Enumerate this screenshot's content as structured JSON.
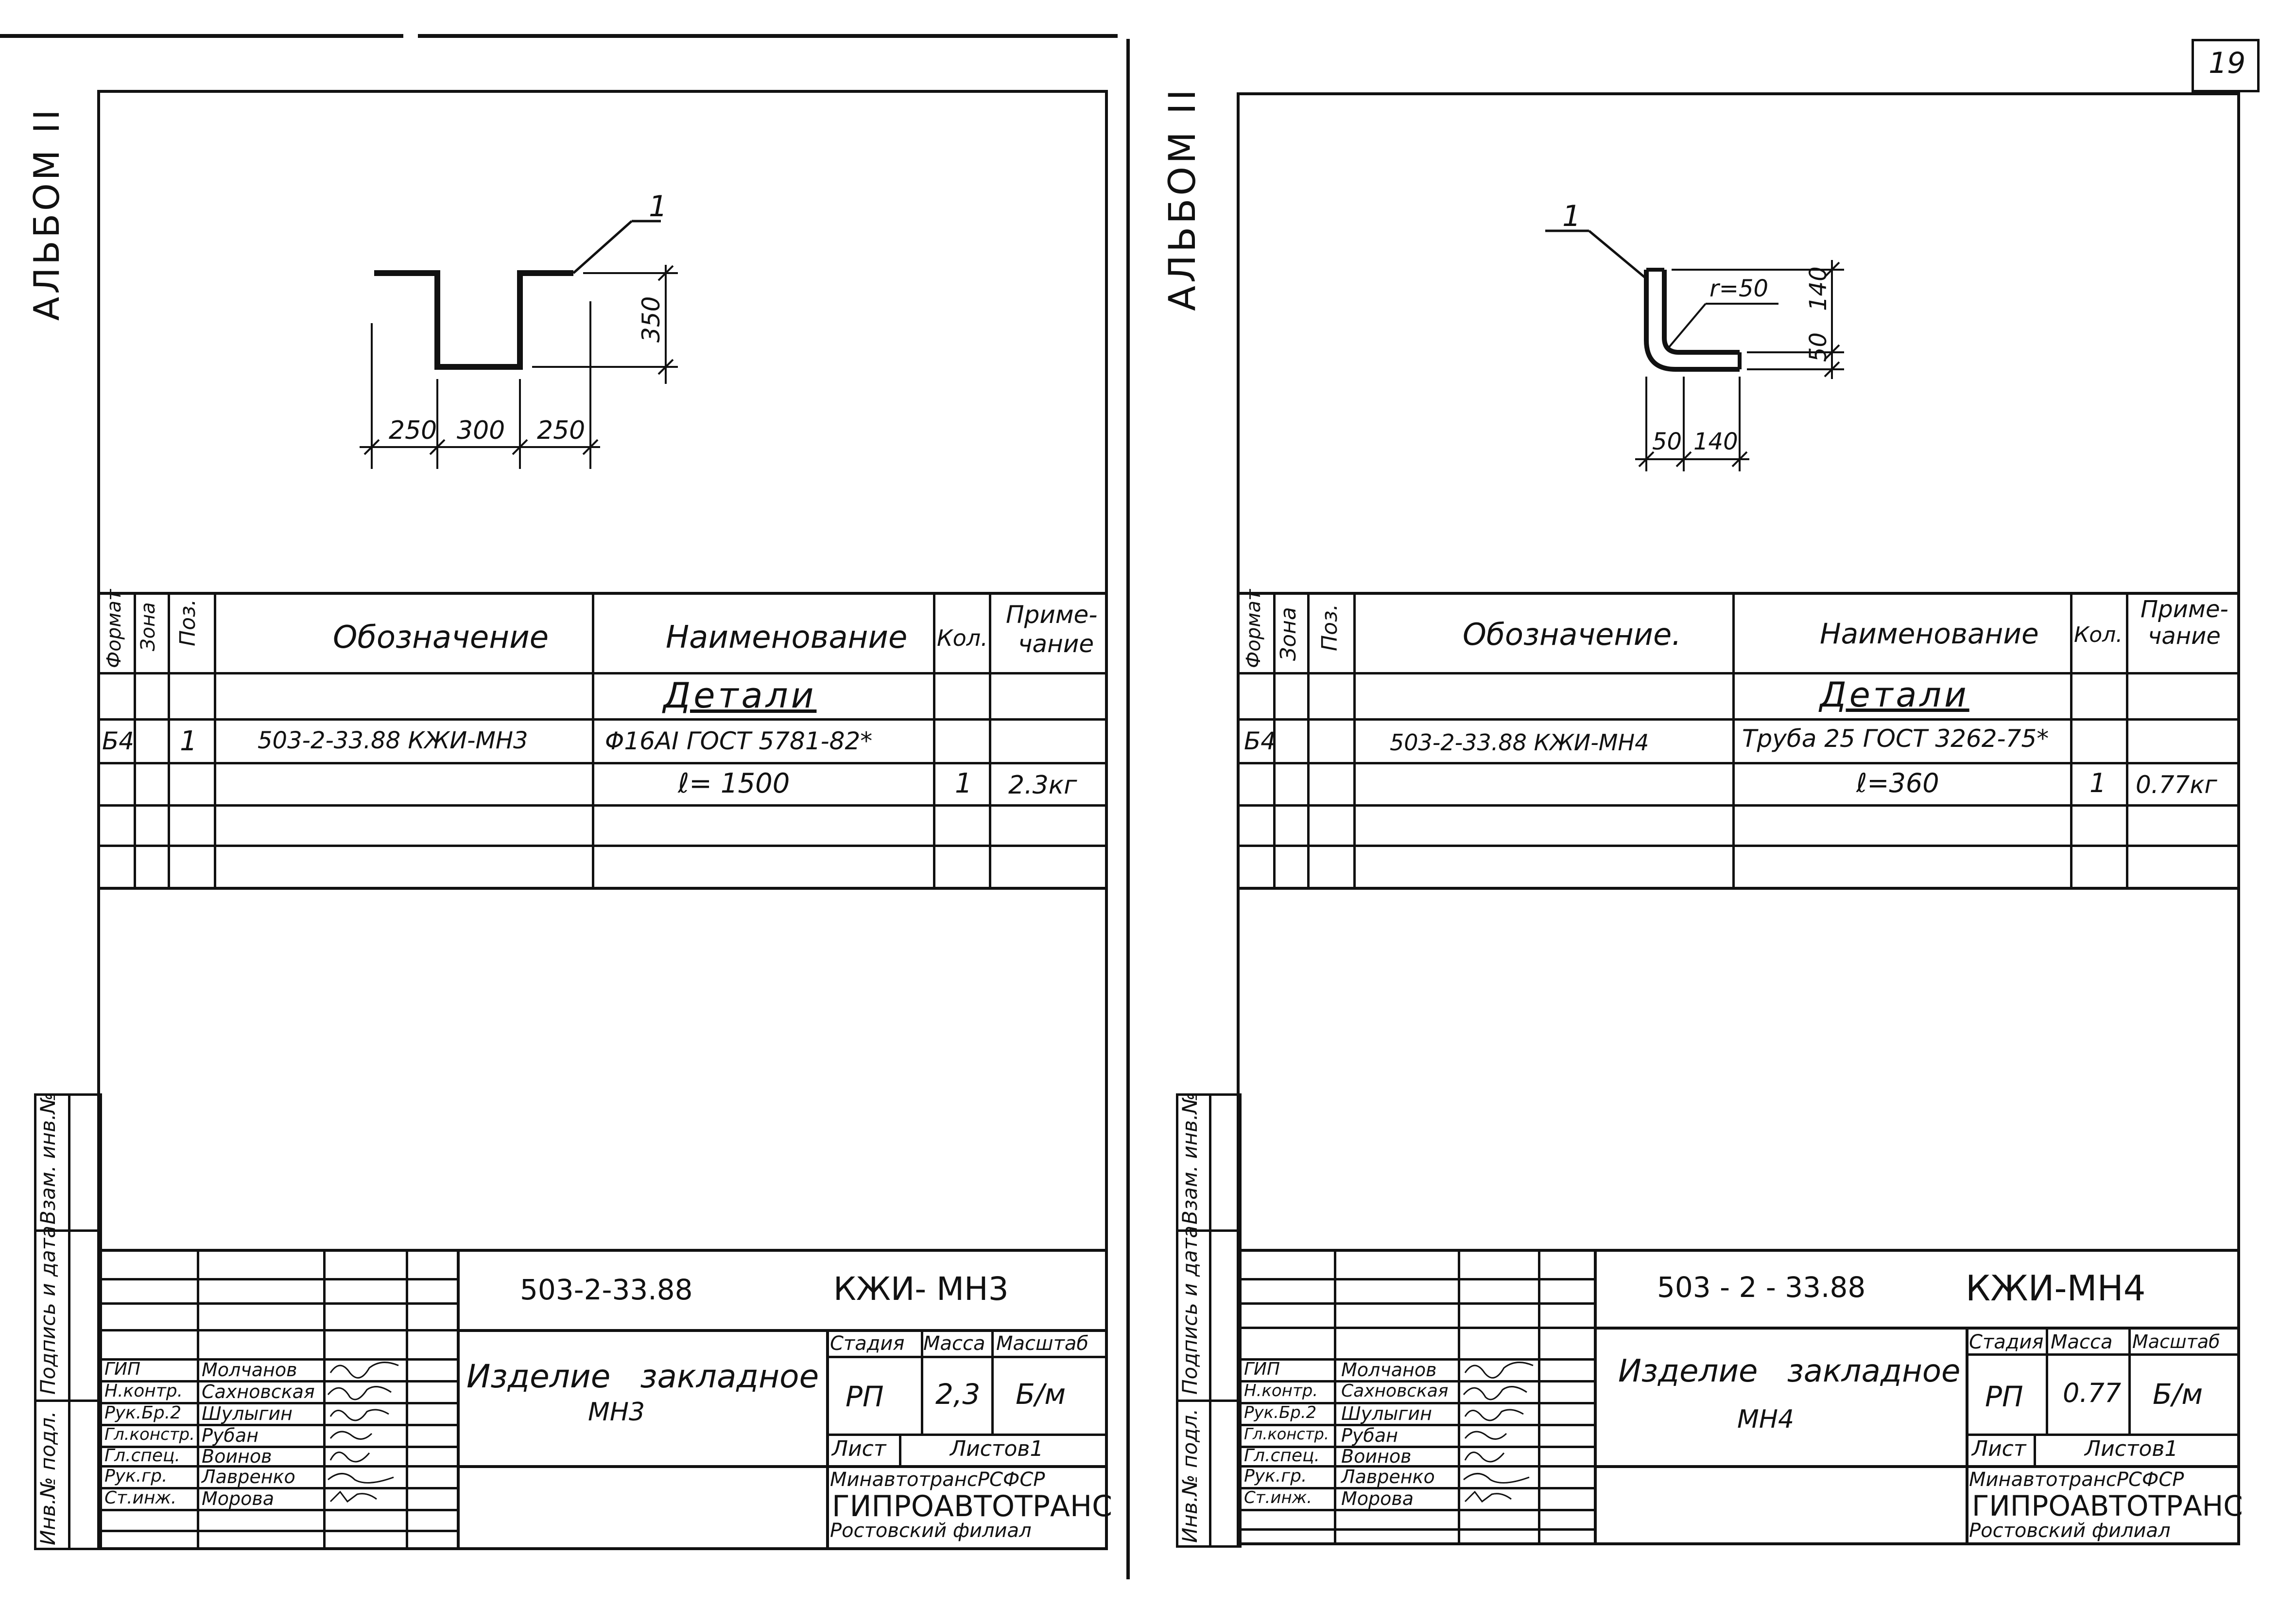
{
  "page_number": "19",
  "sheets": [
    {
      "album_label": "АЛЬБОМ II",
      "drawing": {
        "pos_label": "1",
        "dim_height": "350",
        "dims_bottom": [
          "250",
          "300",
          "250"
        ]
      },
      "spec_headers": {
        "format": "Формат",
        "zone": "Зона",
        "pos": "Поз.",
        "designation": "Обозначение",
        "name": "Наименование",
        "qty": "Кол.",
        "note_line1": "Приме-",
        "note_line2": "чание"
      },
      "section": "Детали",
      "row1": {
        "format": "Б4",
        "pos": "1",
        "designation": "503-2-33.88 КЖИ-МН3",
        "name": "Φ16AI ГОСТ 5781-82*"
      },
      "row2": {
        "name": "ℓ= 1500",
        "qty": "1",
        "note": "2.3кг"
      },
      "side_stamp": [
        "Инв.№ подл.",
        "Подпись и дата",
        "Взам. инв.№"
      ],
      "title_block": {
        "code": "503-2-33.88",
        "mark": "КЖИ- МН3",
        "roles": [
          "ГИП",
          "Н.контр.",
          "Рук.Бр.2",
          "Гл.констр.",
          "Гл.спец.",
          "Рук.гр.",
          "Ст.инж."
        ],
        "names": [
          "Молчанов",
          "Сахновская",
          "Шулыгин",
          "Рубан",
          "Воинов",
          "Лавренко",
          "Морова"
        ],
        "title_line1": "Изделие закладное",
        "title_line2": "МН3",
        "stage_label": "Стадия",
        "mass_label": "Масса",
        "scale_label": "Масштаб",
        "stage": "РП",
        "mass": "2,3",
        "scale": "Б/м",
        "sheet_label": "Лист",
        "sheets_label": "Листов1",
        "org1": "МинавтотрансРСФСР",
        "org2": "ГИПРОАВТОТРАНС",
        "org3": "Ростовский филиал"
      }
    },
    {
      "album_label": "АЛЬБОМ II",
      "drawing": {
        "pos_label": "1",
        "radius": "r=50",
        "dims_right": [
          "140",
          "50"
        ],
        "dims_bottom": [
          "50",
          "140"
        ]
      },
      "spec_headers": {
        "format": "Формат",
        "zone": "Зона",
        "pos": "Поз.",
        "designation": "Обозначение.",
        "name": "Наименование",
        "qty": "Кол.",
        "note_line1": "Приме-",
        "note_line2": "чание"
      },
      "section": "Детали",
      "row1": {
        "format": "Б4",
        "pos": "",
        "designation": "503-2-33.88 КЖИ-МН4",
        "name": "Труба 25 ГОСТ 3262-75*"
      },
      "row2": {
        "name": "ℓ=360",
        "qty": "1",
        "note": "0.77кг"
      },
      "side_stamp": [
        "Инв.№ подл.",
        "Подпись и дата",
        "Взам. инв.№"
      ],
      "title_block": {
        "code": "503 - 2 - 33.88",
        "mark": "КЖИ-МН4",
        "roles": [
          "ГИП",
          "Н.контр.",
          "Рук.Бр.2",
          "Гл.констр.",
          "Гл.спец.",
          "Рук.гр.",
          "Ст.инж."
        ],
        "names": [
          "Молчанов",
          "Сахновская",
          "Шулыгин",
          "Рубан",
          "Воинов",
          "Лавренко",
          "Морова"
        ],
        "title_line1": "Изделие закладное",
        "title_line2": "МН4",
        "stage_label": "Стадия",
        "mass_label": "Масса",
        "scale_label": "Масштаб",
        "stage": "РП",
        "mass": "0.77",
        "scale": "Б/м",
        "sheet_label": "Лист",
        "sheets_label": "Листов1",
        "org1": "МинавтотрансРСФСР",
        "org2": "ГИПРОАВТОТРАНС",
        "org3": "Ростовский филиал"
      }
    }
  ]
}
